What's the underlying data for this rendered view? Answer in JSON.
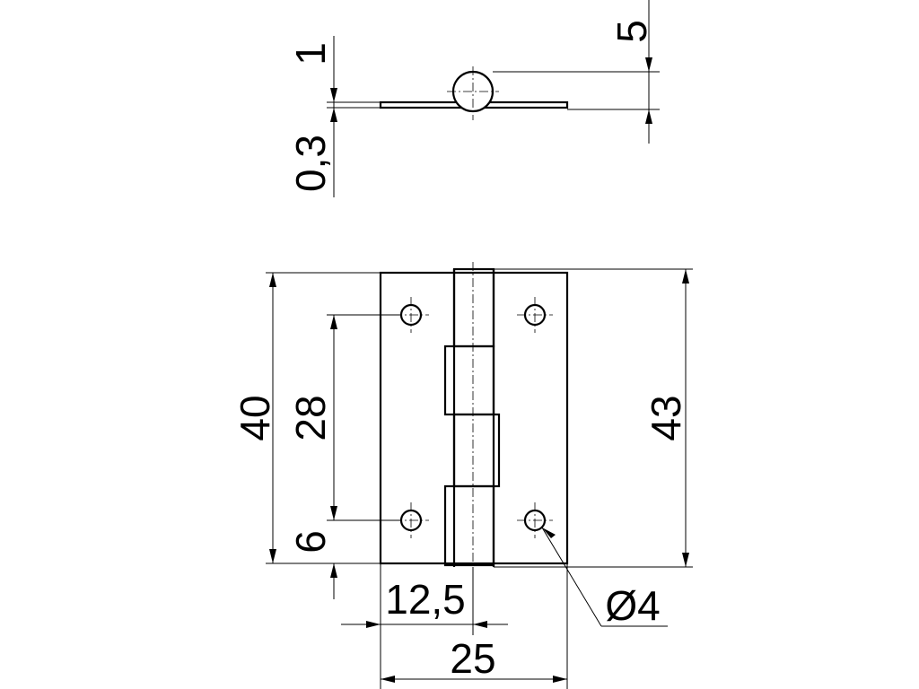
{
  "drawing": {
    "dimensions": {
      "pin_offset": "5",
      "leaf_gap": "1",
      "leaf_thickness": "0,3",
      "leaf_height": "40",
      "hole_spacing": "28",
      "hole_edge_offset": "6",
      "pin_length": "43",
      "half_width": "12,5",
      "hole_diameter": "Ø4",
      "overall_width": "25"
    }
  }
}
